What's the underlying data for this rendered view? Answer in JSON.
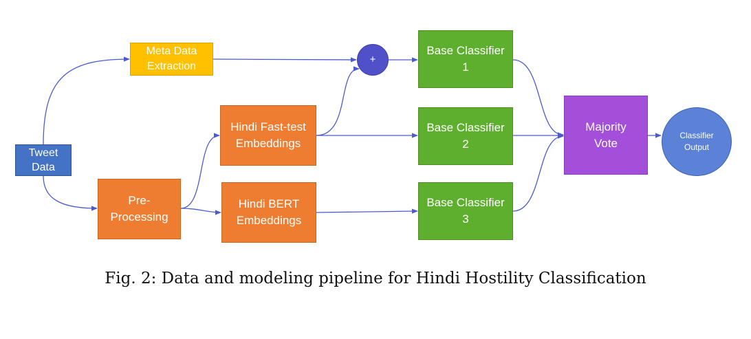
{
  "nodes": {
    "tweet_data": "Tweet\nData",
    "meta_data_extraction": "Meta Data\nExtraction",
    "pre_processing": "Pre-\nProcessing",
    "hindi_fasttext": "Hindi Fast-test\nEmbeddings",
    "hindi_bert": "Hindi BERT\nEmbeddings",
    "combine": "+",
    "base_classifier_1": "Base Classifier\n1",
    "base_classifier_2": "Base Classifier\n2",
    "base_classifier_3": "Base Classifier\n3",
    "majority_vote": "Majority\nVote",
    "classifier_output": "Classifier\nOutput"
  },
  "caption": "Fig. 2: Data and modeling pipeline for Hindi Hostility Classification",
  "colors": {
    "orange": "#ee7d31",
    "yellow": "#ffc000",
    "blue": "#4472c4",
    "green": "#5faf2e",
    "purple": "#a34fd9",
    "combine": "#5050c8",
    "output": "#5b82d6",
    "edge": "#4a5bd1"
  }
}
